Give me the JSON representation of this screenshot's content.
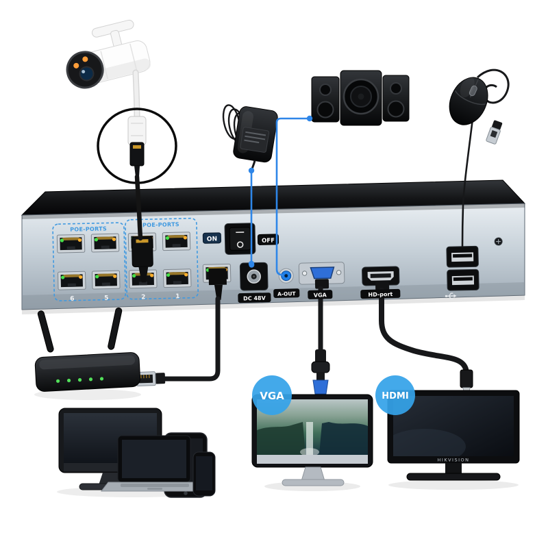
{
  "nvr": {
    "poe_group_labels": [
      "POE-PORTS",
      "POE-PORTS"
    ],
    "port_numbers": [
      "6",
      "5",
      "2",
      "1"
    ],
    "switch": {
      "on_label": "ON",
      "off_label": "OFF"
    },
    "dc_port_label": "DC 48V",
    "audio_out_label": "A-OUT",
    "vga_port_label": "VGA",
    "hdmi_port_label": "HD-port"
  },
  "badges": {
    "vga": "VGA",
    "hdmi": "HDMI"
  },
  "hdmi_monitor": {
    "brand": "HIKVISION"
  },
  "colors": {
    "connection_line_blue": "#2e86e8",
    "badge_blue": "#35a2e8",
    "poe_outline_blue": "#3f99e0",
    "vga_connector_blue": "#2f6fd8",
    "led_green": "#45e04a",
    "led_amber": "#ffb02e",
    "panel_gray": "#c6d0d8"
  }
}
